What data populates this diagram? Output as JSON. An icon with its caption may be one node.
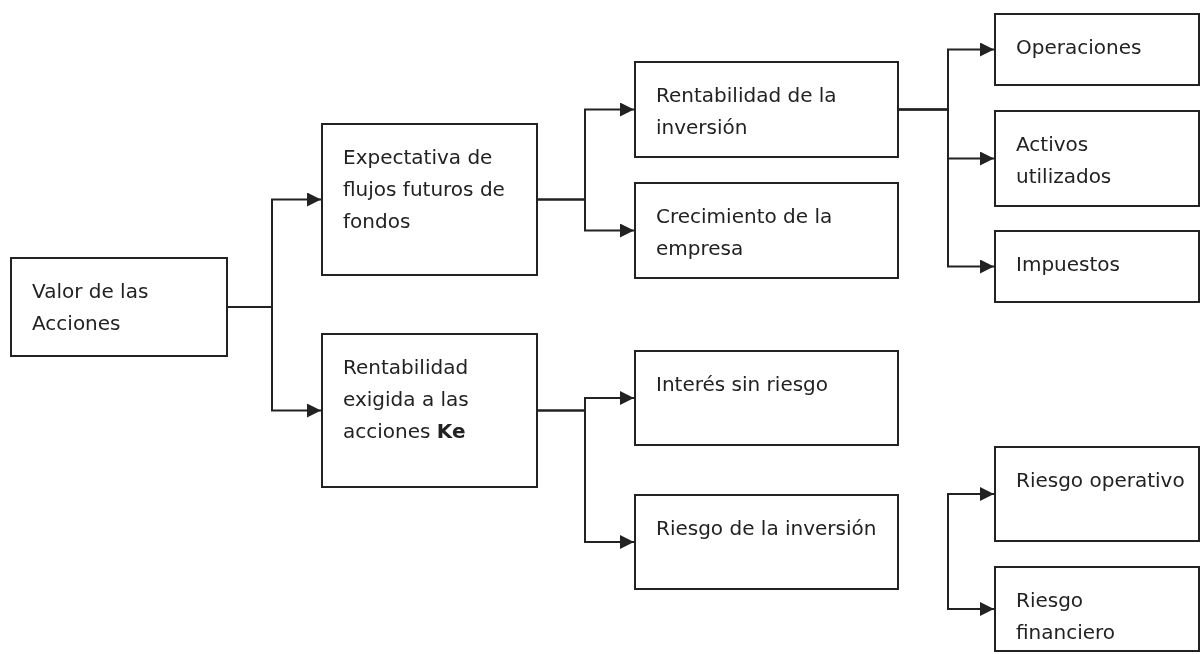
{
  "diagram": {
    "nodes": [
      {
        "text": [
          "Valor de las Acciones"
        ]
      },
      {
        "text": [
          "Expectativa de flujos futuros de fondos"
        ]
      },
      {
        "text": [
          "Rentabilidad exigida a las acciones **Ke**"
        ]
      },
      {
        "text": [
          "Rentabilidad de la inversión"
        ]
      },
      {
        "text": [
          "Crecimiento de la empresa"
        ]
      },
      {
        "text": [
          "Operaciones"
        ]
      },
      {
        "text": [
          "Activos utilizados"
        ]
      },
      {
        "text": [
          "Impuestos"
        ]
      },
      {
        "text": [
          "Interés sin riesgo"
        ]
      },
      {
        "text": [
          "Riesgo de la inversión"
        ]
      },
      {
        "text": [
          "Riesgo operativo"
        ]
      },
      {
        "text": [
          "Riesgo financiero"
        ]
      }
    ],
    "edges": [
      {
        "from": 0,
        "to": 1,
        "arrow": "to"
      },
      {
        "from": 0,
        "to": 2,
        "arrow": "to"
      },
      {
        "from": 1,
        "to": 3,
        "arrow": "to"
      },
      {
        "from": 1,
        "to": 4,
        "arrow": "to"
      },
      {
        "from": 3,
        "to": 5,
        "arrow": "to"
      },
      {
        "from": 3,
        "to": 6,
        "arrow": "to"
      },
      {
        "from": 3,
        "to": 7,
        "arrow": "to"
      },
      {
        "from": 2,
        "to": 8,
        "arrow": "to"
      },
      {
        "from": 2,
        "to": 9,
        "arrow": "to"
      },
      {
        "from": null,
        "to": 10,
        "arrow": "to"
      },
      {
        "from": null,
        "to": 11,
        "arrow": "to"
      }
    ]
  }
}
